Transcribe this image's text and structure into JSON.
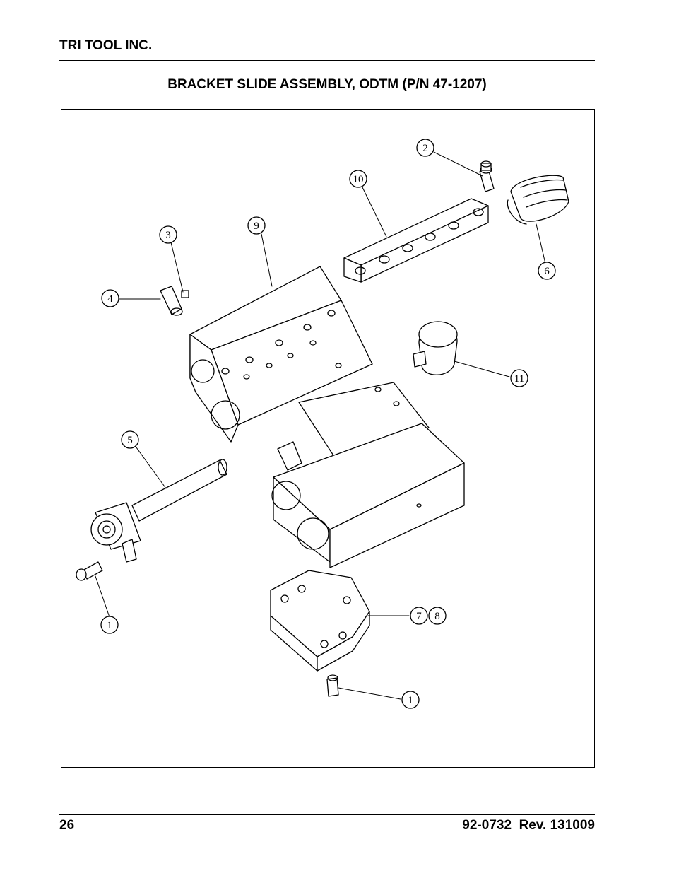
{
  "header": {
    "company": "TRI TOOL INC."
  },
  "figure": {
    "title": "BRACKET SLIDE ASSEMBLY, ODTM (P/N 47-1207)",
    "callouts": [
      {
        "label": "2"
      },
      {
        "label": "10"
      },
      {
        "label": "9"
      },
      {
        "label": "3"
      },
      {
        "label": "4"
      },
      {
        "label": "6"
      },
      {
        "label": "11"
      },
      {
        "label": "5"
      },
      {
        "label": "1"
      },
      {
        "label": "7"
      },
      {
        "label": "8"
      },
      {
        "label": "1"
      }
    ]
  },
  "footer": {
    "page_number": "26",
    "doc_rev": "92-0732  Rev. 131009"
  }
}
